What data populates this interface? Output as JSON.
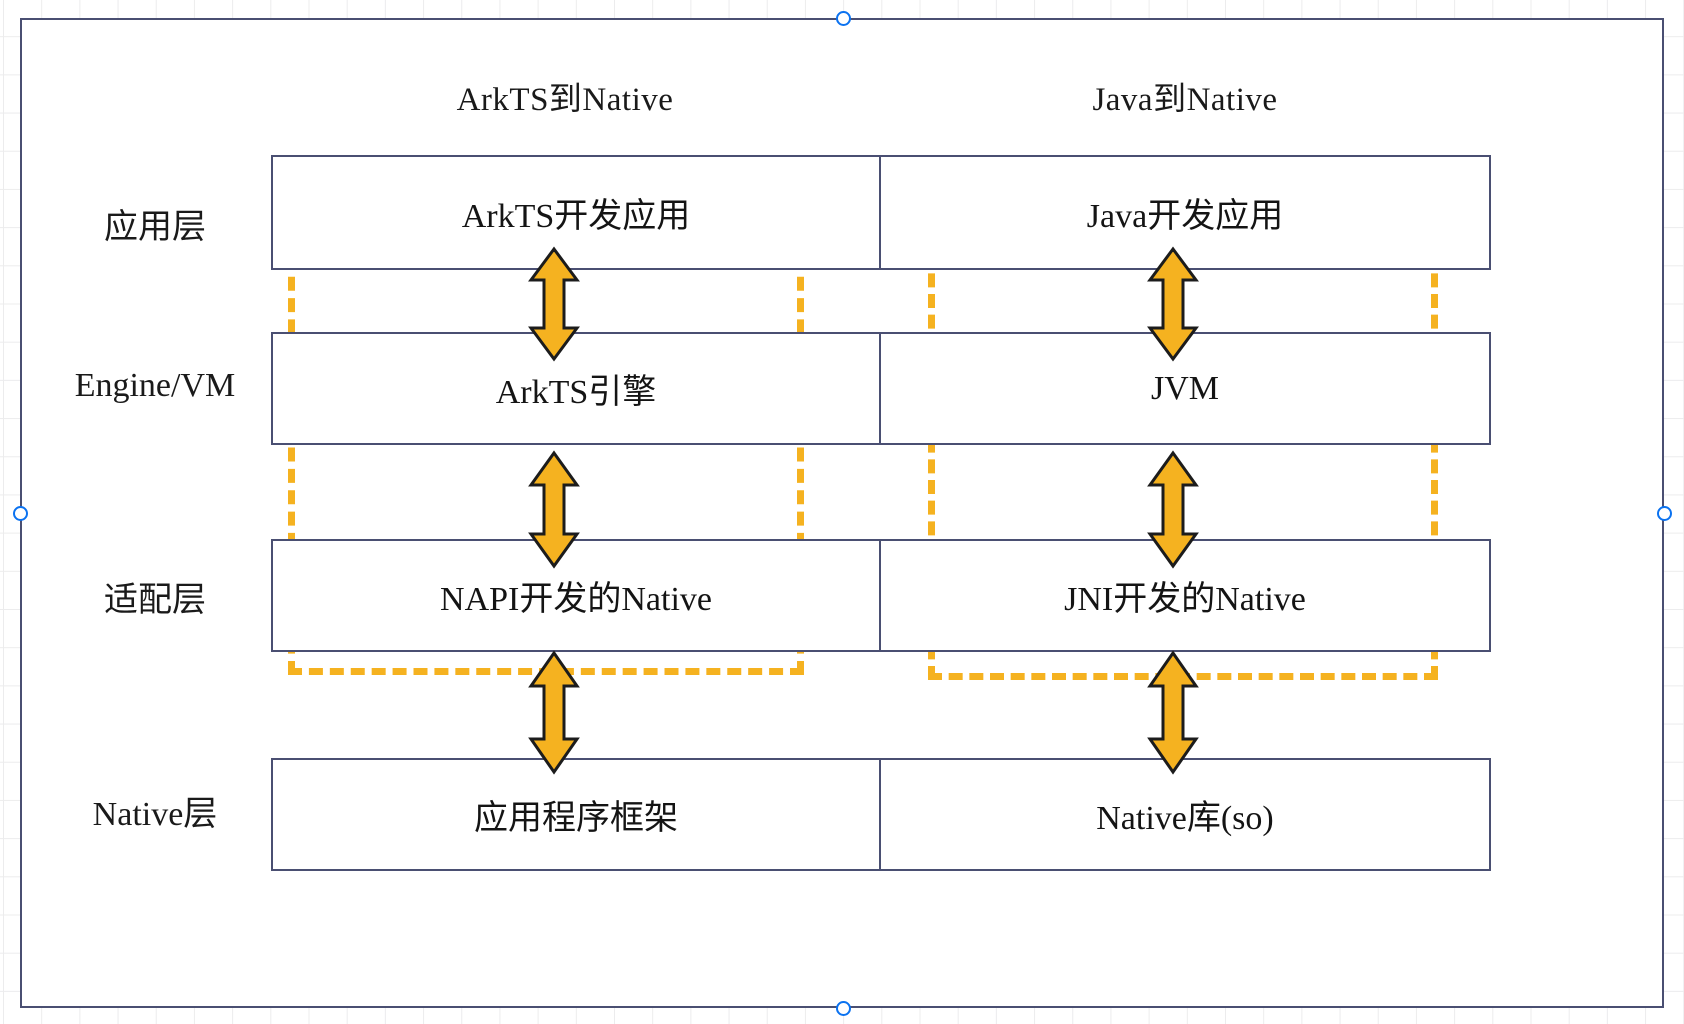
{
  "diagram": {
    "title_left": "ArkTS到Native",
    "title_right": "Java到Native",
    "rows": [
      {
        "label": "应用层",
        "left": "ArkTS开发应用",
        "right": "Java开发应用"
      },
      {
        "label": "Engine/VM",
        "left": "ArkTS引擎",
        "right": "JVM"
      },
      {
        "label": "适配层",
        "left": "NAPI开发的Native",
        "right": "JNI开发的Native"
      },
      {
        "label": "Native层",
        "left": "应用程序框架",
        "right": "Native库(so)"
      }
    ],
    "connectors": [
      {
        "name": "arkts-app-to-engine",
        "kind": "double-headed-vertical-arrow"
      },
      {
        "name": "arkts-engine-to-napi",
        "kind": "double-headed-vertical-arrow"
      },
      {
        "name": "napi-to-framework",
        "kind": "double-headed-vertical-arrow"
      },
      {
        "name": "java-app-to-jvm",
        "kind": "double-headed-vertical-arrow"
      },
      {
        "name": "jvm-to-jni",
        "kind": "double-headed-vertical-arrow"
      },
      {
        "name": "jni-to-nativelib",
        "kind": "double-headed-vertical-arrow"
      }
    ],
    "colors": {
      "box_border": "#4a4f72",
      "arrow_fill": "#f5b220",
      "arrow_stroke": "#1a1a1a",
      "dashed_group": "#f5b220",
      "handle": "#0b72f0",
      "grid": "#ececed"
    },
    "selection_handles": [
      "top-center",
      "bottom-center",
      "left-middle",
      "right-middle"
    ]
  }
}
